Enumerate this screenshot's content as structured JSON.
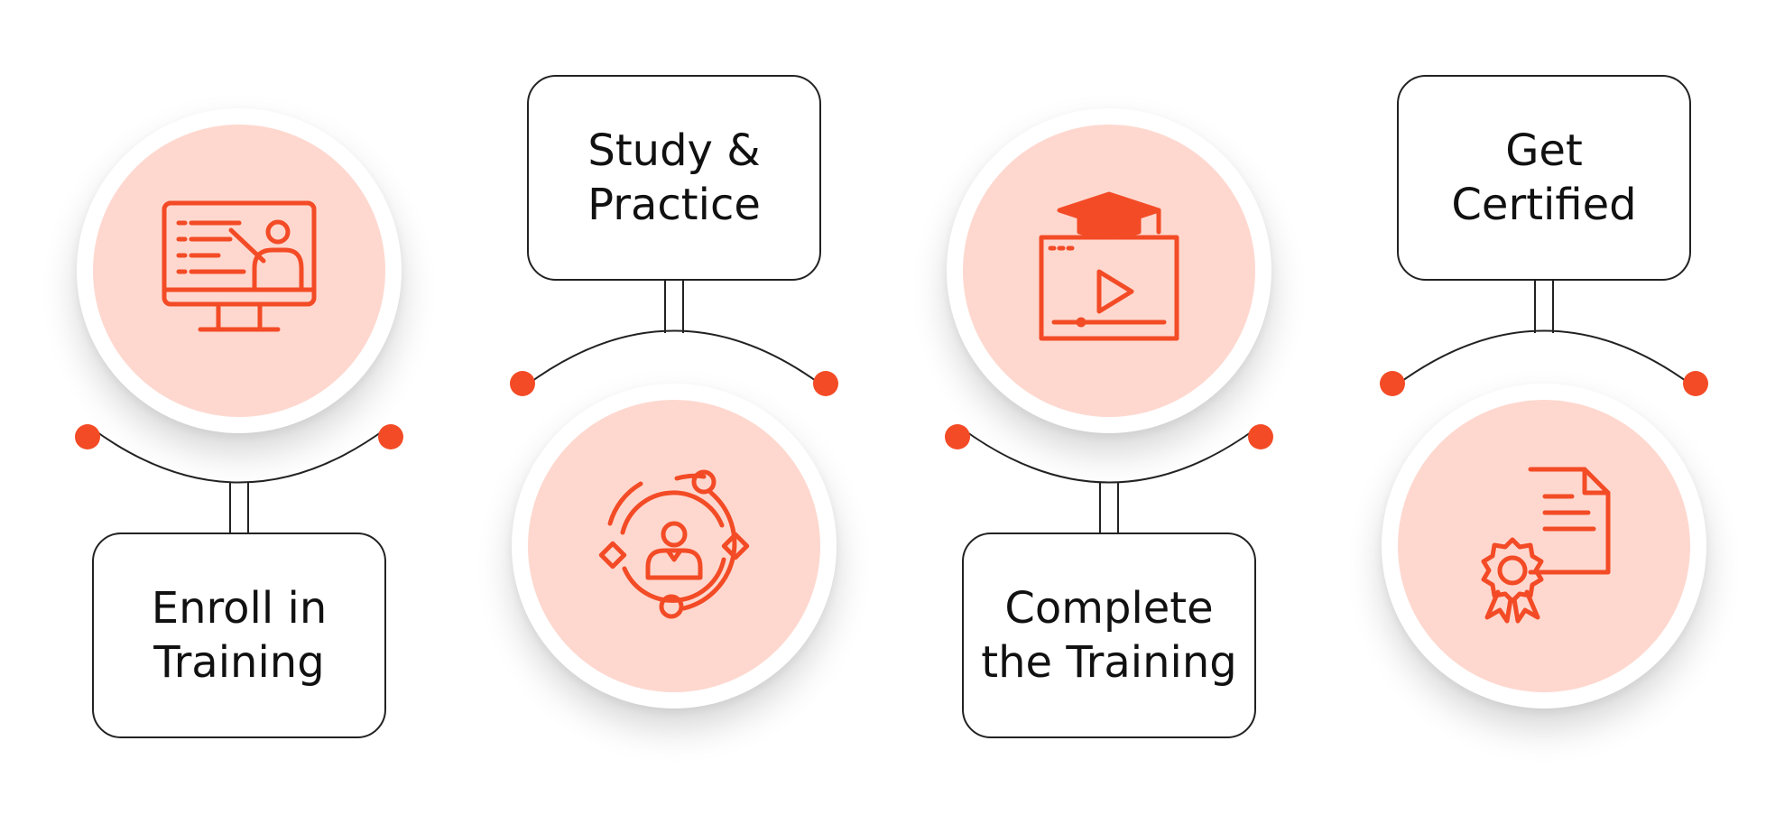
{
  "colors": {
    "accent": "#f34b26",
    "circle_fill": "#fed8cf",
    "outline": "#222222"
  },
  "steps": [
    {
      "label": "Enroll in Training",
      "icon": "computer-teacher-icon"
    },
    {
      "label": "Study & Practice",
      "icon": "learning-cycle-icon"
    },
    {
      "label": "Complete the Training",
      "icon": "video-course-graduation-icon"
    },
    {
      "label": "Get Certified",
      "icon": "certificate-icon"
    }
  ]
}
